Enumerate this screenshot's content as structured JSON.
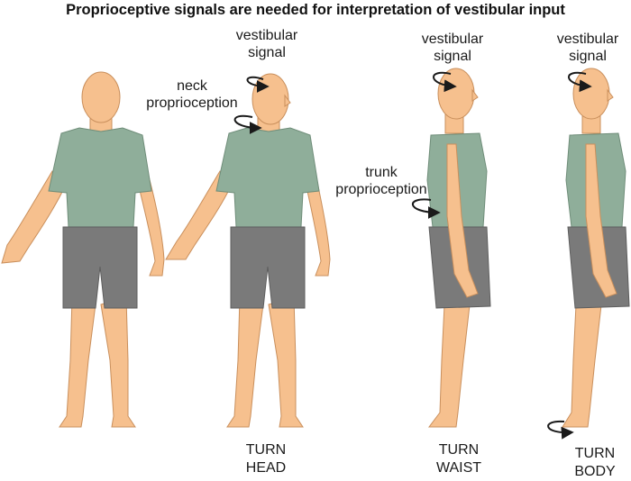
{
  "title": "Proprioceptive signals are needed for interpretation of vestibular input",
  "labels": {
    "vestibular_1": [
      "vestibular",
      "signal"
    ],
    "neck": [
      "neck",
      "proprioception"
    ],
    "vestibular_2": [
      "vestibular",
      "signal"
    ],
    "trunk": [
      "trunk",
      "proprioception"
    ],
    "vestibular_3": [
      "vestibular",
      "signal"
    ]
  },
  "captions": {
    "head": [
      "TURN",
      "HEAD"
    ],
    "waist": [
      "TURN",
      "WAIST"
    ],
    "body": [
      "TURN",
      "BODY"
    ]
  },
  "colors": {
    "skin": "#f6c08e",
    "shirt": "#8fae9a",
    "shorts": "#7a7a7a",
    "arrow": "#1a1a1a"
  }
}
